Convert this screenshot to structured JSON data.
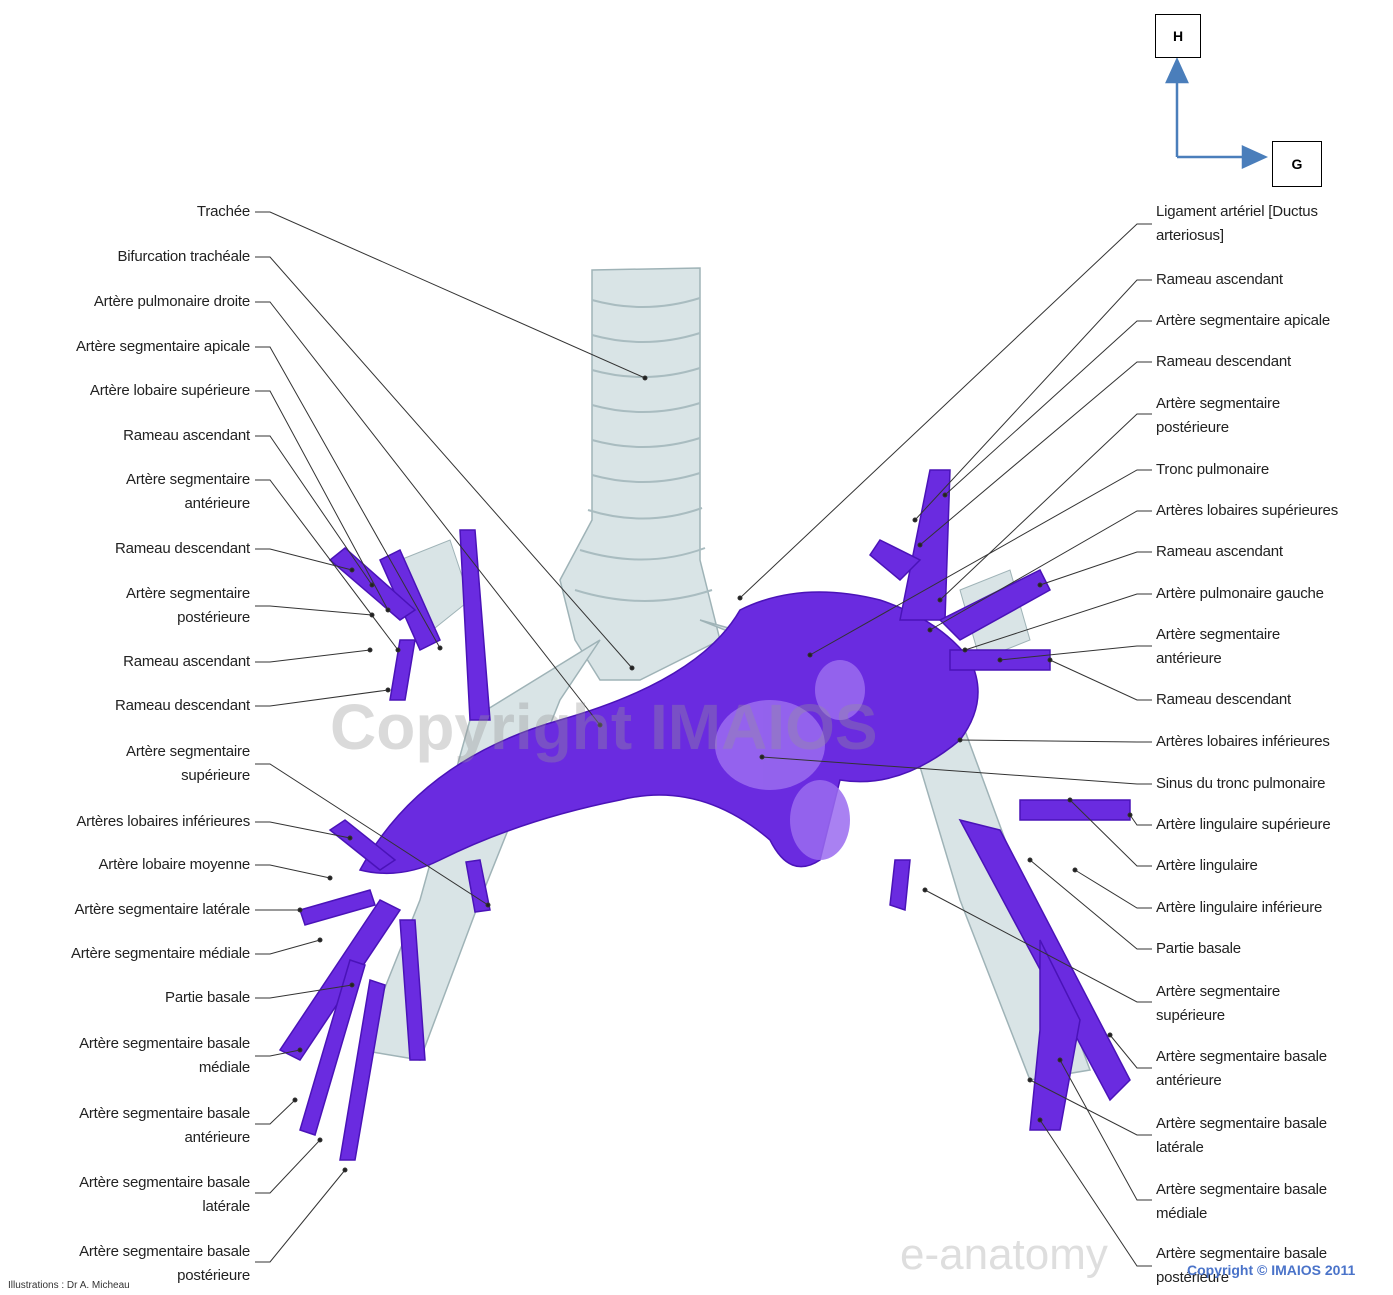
{
  "orientation": {
    "up_label": "H",
    "right_label": "G",
    "arrow_color": "#4a7ebb"
  },
  "labels_left": [
    "Trachée",
    "Bifurcation trachéale",
    "Artère pulmonaire droite",
    "Artère segmentaire apicale",
    "Artère lobaire supérieure",
    "Rameau ascendant",
    "Artère segmentaire\nantérieure",
    "Rameau descendant",
    "Artère segmentaire\npostérieure",
    "Rameau ascendant",
    "Rameau descendant",
    "Artère segmentaire\nsupérieure",
    "Artères lobaires inférieures",
    "Artère lobaire moyenne",
    "Artère segmentaire latérale",
    "Artère segmentaire médiale",
    "Partie basale",
    "Artère segmentaire basale\nmédiale",
    "Artère segmentaire basale\nantérieure",
    "Artère segmentaire basale\nlatérale",
    "Artère segmentaire basale\npostérieure"
  ],
  "labels_right": [
    "Ligament artériel [Ductus\narteriosus]",
    "Rameau ascendant",
    "Artère segmentaire apicale",
    "Rameau descendant",
    "Artère segmentaire\npostérieure",
    "Tronc pulmonaire",
    "Artères lobaires supérieures",
    "Rameau ascendant",
    "Artère pulmonaire gauche",
    "Artère segmentaire\nantérieure",
    "Rameau descendant",
    "Artères lobaires inférieures",
    "Sinus du tronc pulmonaire",
    "Artère lingulaire supérieure",
    "Artère lingulaire",
    "Artère lingulaire inférieure",
    "Partie basale",
    "Artère segmentaire\nsupérieure",
    "Artère segmentaire basale\nantérieure",
    "Artère segmentaire basale\nlatérale",
    "Artère segmentaire basale\nmédiale",
    "Artère segmentaire basale\npostérieure"
  ],
  "credits": {
    "illustrations": "Illustrations : Dr A. Micheau",
    "copyright": "Copyright © IMAIOS 2011",
    "watermark": "Copyright IMAIOS",
    "brand": "e-anatomy"
  },
  "colors": {
    "artery": "#6a2be0",
    "artery_dark": "#4a13b8",
    "artery_light": "#9b6cf0",
    "trachea": "#d9e4e6",
    "trachea_shade": "#b8c7ca",
    "leader": "#333333"
  }
}
